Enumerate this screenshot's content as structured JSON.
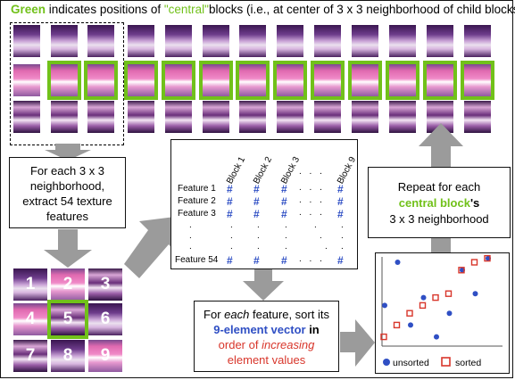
{
  "title": {
    "green_word": "Green",
    "part1": " indicates positions of ",
    "quoted": "\"central\"",
    "part2": "blocks",
    "part3": " (i.e., at center of 3 x 3 neighborhood of child blocks)"
  },
  "extract_box": {
    "line1": "For each 3 x 3",
    "line2": "neighborhood,",
    "line3": "extract 54 texture",
    "line4": "features"
  },
  "grid_numbers": [
    "1",
    "2",
    "3",
    "4",
    "5",
    "6",
    "7",
    "8",
    "9"
  ],
  "matrix": {
    "block_headers": [
      "Block 1",
      "Block 2",
      "Block 3",
      "Block 9"
    ],
    "feature_labels": [
      "Feature 1",
      "Feature 2",
      "Feature 3",
      "Feature 54"
    ],
    "hash": "#",
    "ellipsis": ". . ."
  },
  "repeat_box": {
    "line1": "Repeat for each",
    "central": "central block",
    "apostrophe_s": "'s",
    "line3": "3 x 3 neighborhood"
  },
  "sort_box": {
    "p1": "For ",
    "each": "each",
    "p2": " feature, sort its",
    "vector": "9-element vector",
    "in": " in",
    "p3": "order of ",
    "increasing": "increasing",
    "p4": "element values"
  },
  "legend": {
    "unsorted": "unsorted",
    "sorted": "sorted"
  },
  "colors": {
    "green": "#71c11a",
    "blue": "#2f4fc4",
    "red": "#d8362b",
    "arrow_gray": "#9b9b9b"
  },
  "scatter": {
    "unsorted": [
      [
        1,
        0.45
      ],
      [
        2,
        1.0
      ],
      [
        3,
        0.2
      ],
      [
        4,
        0.55
      ],
      [
        5,
        0.05
      ],
      [
        6,
        0.35
      ],
      [
        7,
        0.9
      ],
      [
        8,
        0.6
      ],
      [
        9,
        1.05
      ]
    ],
    "sorted": [
      [
        1,
        0.05
      ],
      [
        2,
        0.2
      ],
      [
        3,
        0.35
      ],
      [
        4,
        0.45
      ],
      [
        5,
        0.55
      ],
      [
        6,
        0.6
      ],
      [
        7,
        0.9
      ],
      [
        8,
        1.0
      ],
      [
        9,
        1.05
      ]
    ]
  }
}
